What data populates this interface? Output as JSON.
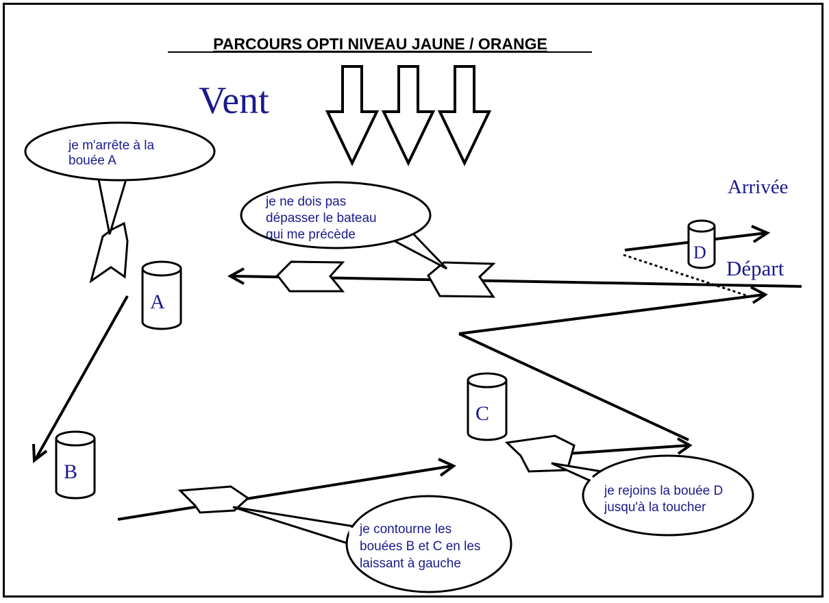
{
  "title": "PARCOURS OPTI NIVEAU JAUNE / ORANGE",
  "wind_label": "Vent",
  "arrivee_label": "Arrivée",
  "depart_label": "Départ",
  "buoys": {
    "a": "A",
    "b": "B",
    "c": "C",
    "d": "D"
  },
  "bubbles": {
    "stop_a": [
      "je m'arrête à la",
      "bouée A"
    ],
    "no_overtake": [
      "je ne dois pas",
      "dépasser le bateau",
      "qui me précède"
    ],
    "round_bc": [
      "je contourne les",
      "bouées B et C en les",
      "laissant à gauche"
    ],
    "join_d": [
      "je rejoins la bouée D",
      "jusqu'à la toucher"
    ]
  },
  "colors": {
    "text_blue": "#1a1a8c",
    "line": "#000000",
    "background": "#ffffff"
  }
}
